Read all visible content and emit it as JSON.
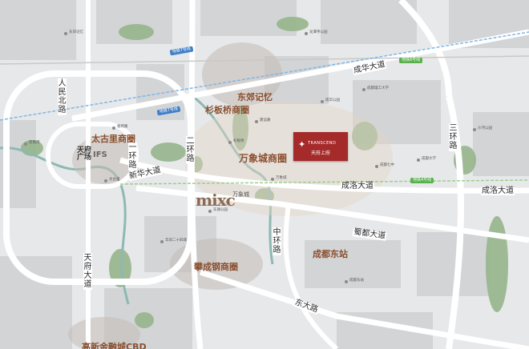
{
  "roads": {
    "chenghua": "成华大道",
    "renmin_north": "人民北路",
    "erhuan": "二环路",
    "yihuan": "一环路",
    "xinhua": "新华大道",
    "chengluo": "成洛大道",
    "chengluo_2": "成洛大道",
    "shudu": "蜀都大道",
    "sanhuan": "三环路",
    "zhongyi": "中环路",
    "dongda": "东大路",
    "tianfu": "天府大道"
  },
  "districts": {
    "taiguli": "太古里商圈",
    "tianfu_square": "天府广场",
    "dongjiao": "东郊记忆",
    "shuanqiao": "杉板桥商圈",
    "wanxiang": "万象城商圈",
    "chengdu_east": "成都东站",
    "huacheng": "攀成钢商圈",
    "gaoxin_cbd": "高新金融城CBD"
  },
  "brands": {
    "ifs": "IFS",
    "mixc": "mixc",
    "mixc_cn": "万象城"
  },
  "project": {
    "name_en": "TRANSCEND",
    "name_cn": "天府上府",
    "logo_icon": "project-logo-icon"
  },
  "metro": {
    "line7_top": "地铁7号线",
    "line7_left": "地铁7号线",
    "line8_right": "地铁8号线",
    "line4": "地铁4号线"
  },
  "pois": [
    "成都理工大学",
    "成华公园",
    "东郊记忆",
    "龙潭寺公园",
    "建设路",
    "成都东站",
    "杉板桥",
    "万象城",
    "成都七中",
    "成都大学",
    "华润二十四城",
    "东湖公园",
    "沙河公园",
    "府南河",
    "春熙路",
    "太古里"
  ],
  "colors": {
    "background": "#e7e8e9",
    "block": "#cfd1d3",
    "road": "#ffffff",
    "green": "#96b58c",
    "water": "#8db9b3",
    "project": "#a52a2a",
    "district": "#8b4f2f",
    "metro_blue": "#3f7fc9",
    "metro_green": "#59b14b"
  }
}
